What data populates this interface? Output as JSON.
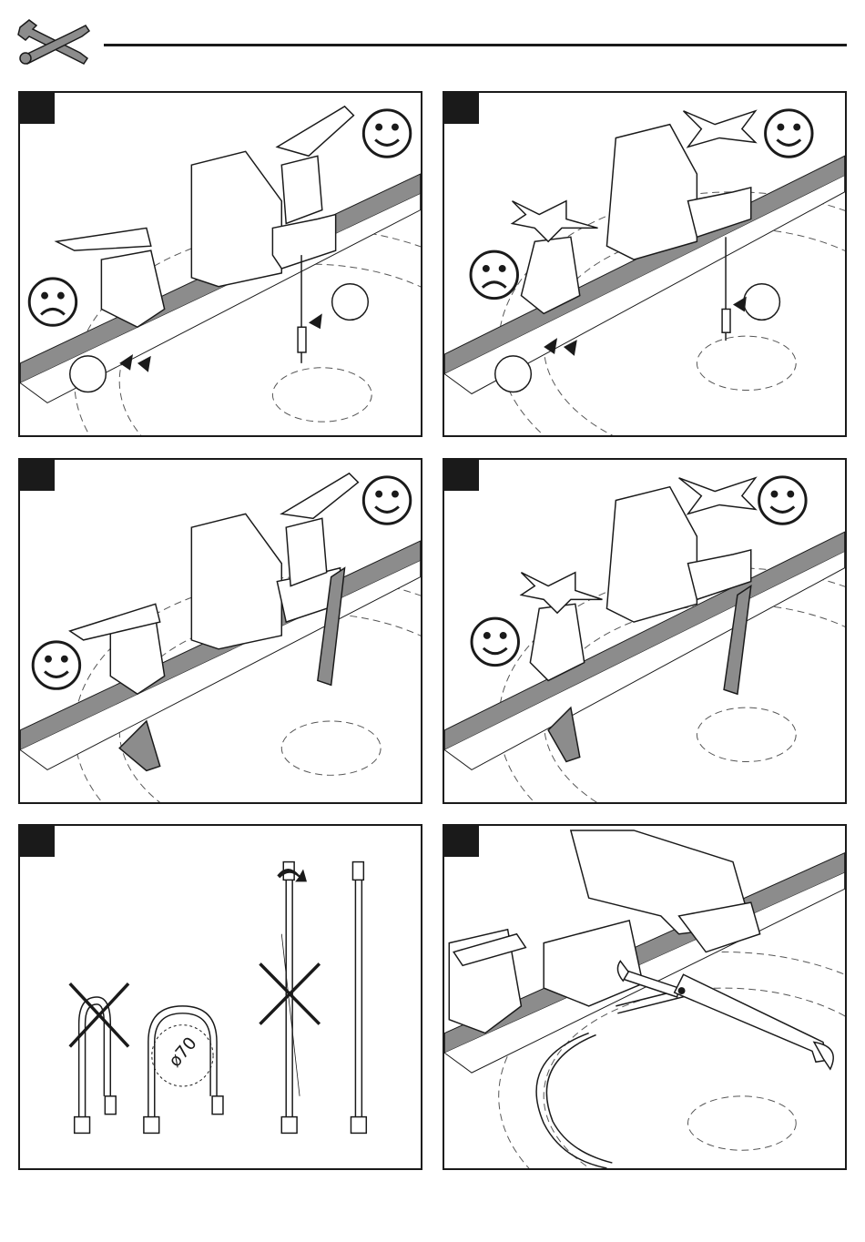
{
  "header": {
    "icon": "wrench-screwdriver-icon"
  },
  "panels": [
    {
      "step": "",
      "faces": [
        "happy",
        "sad"
      ],
      "handle": "lever"
    },
    {
      "step": "",
      "faces": [
        "happy",
        "sad"
      ],
      "handle": "cross"
    },
    {
      "step": "",
      "faces": [
        "happy",
        "happy"
      ],
      "handle": "lever"
    },
    {
      "step": "",
      "faces": [
        "happy",
        "happy"
      ],
      "handle": "cross"
    },
    {
      "step": "",
      "hoses": [
        "u-bend-crossed",
        "u-bend-70",
        "straight-crossed-twisted",
        "straight-ok"
      ],
      "dimension": "ø70"
    },
    {
      "step": "",
      "tool": "wrench-icon"
    }
  ],
  "colors": {
    "ink": "#1a1a1a",
    "counter": "#8c8c8c",
    "line": "#555555"
  }
}
